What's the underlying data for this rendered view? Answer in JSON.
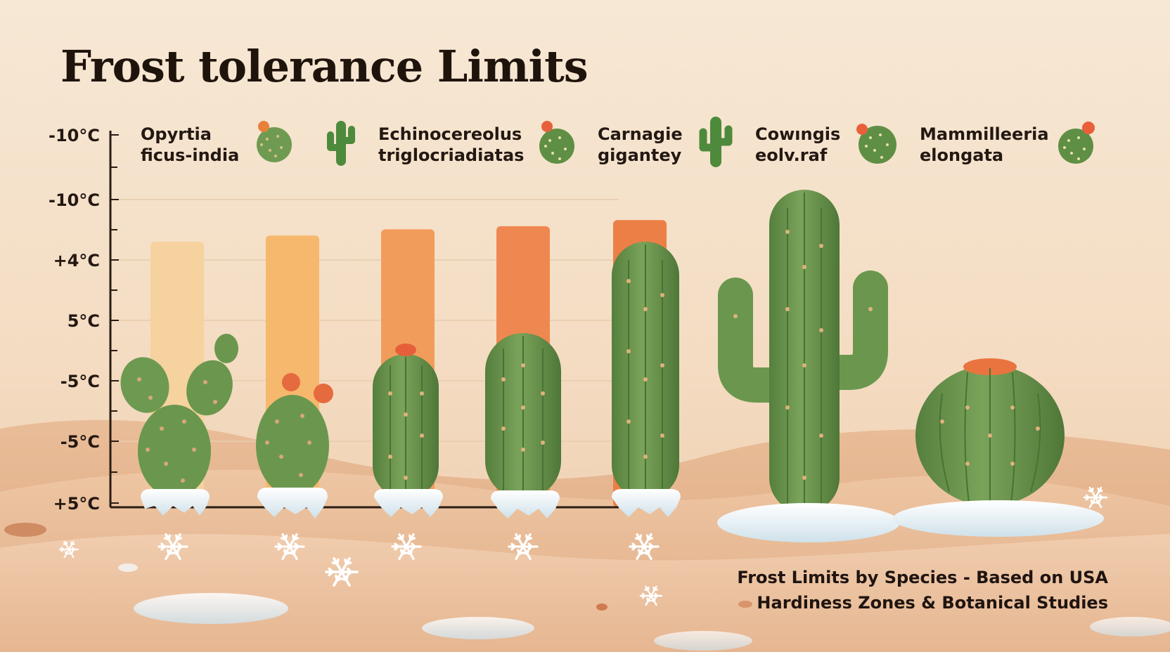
{
  "chart_data": {
    "type": "bar",
    "title": "Frost tolerance Limits",
    "subtitle": "",
    "xlabel": "",
    "ylabel": "",
    "y_tick_labels": [
      "-10°C",
      "-10°C",
      "+4°C",
      "5°C",
      "-5°C",
      "-5°C",
      "+5°C"
    ],
    "legend_placement": "top",
    "legend": [
      {
        "line1": "Opyrtia",
        "line2": "ficus-india"
      },
      {
        "line1": "Echinocereolus",
        "line2": "triglocrı̇adiatas"
      },
      {
        "line1": "Carnagie",
        "line2": "gigantey"
      },
      {
        "line1": "Cowıngis",
        "line2": "eolv.raf"
      },
      {
        "line1": "Mammilleeria",
        "line2": "elongata"
      }
    ],
    "bar_count": 5,
    "bar_heights_relative": [
      0.86,
      0.88,
      0.9,
      0.91,
      0.93
    ],
    "grid": true,
    "footnote": [
      "Frost Limits by Species - Based on USA",
      "Hardiness Zones & Botanical Studies"
    ]
  },
  "colors": {
    "bars": [
      "#f6d29e",
      "#f5b86d",
      "#f29c5c",
      "#ef8850",
      "#ec7f46"
    ],
    "cactus_green": "#6f9a52",
    "cactus_dark": "#4c7437",
    "flower": "#e8623a",
    "snow": "#e9f1f5",
    "sky_top": "#f6e6d1",
    "sand": "#e2b08a"
  }
}
